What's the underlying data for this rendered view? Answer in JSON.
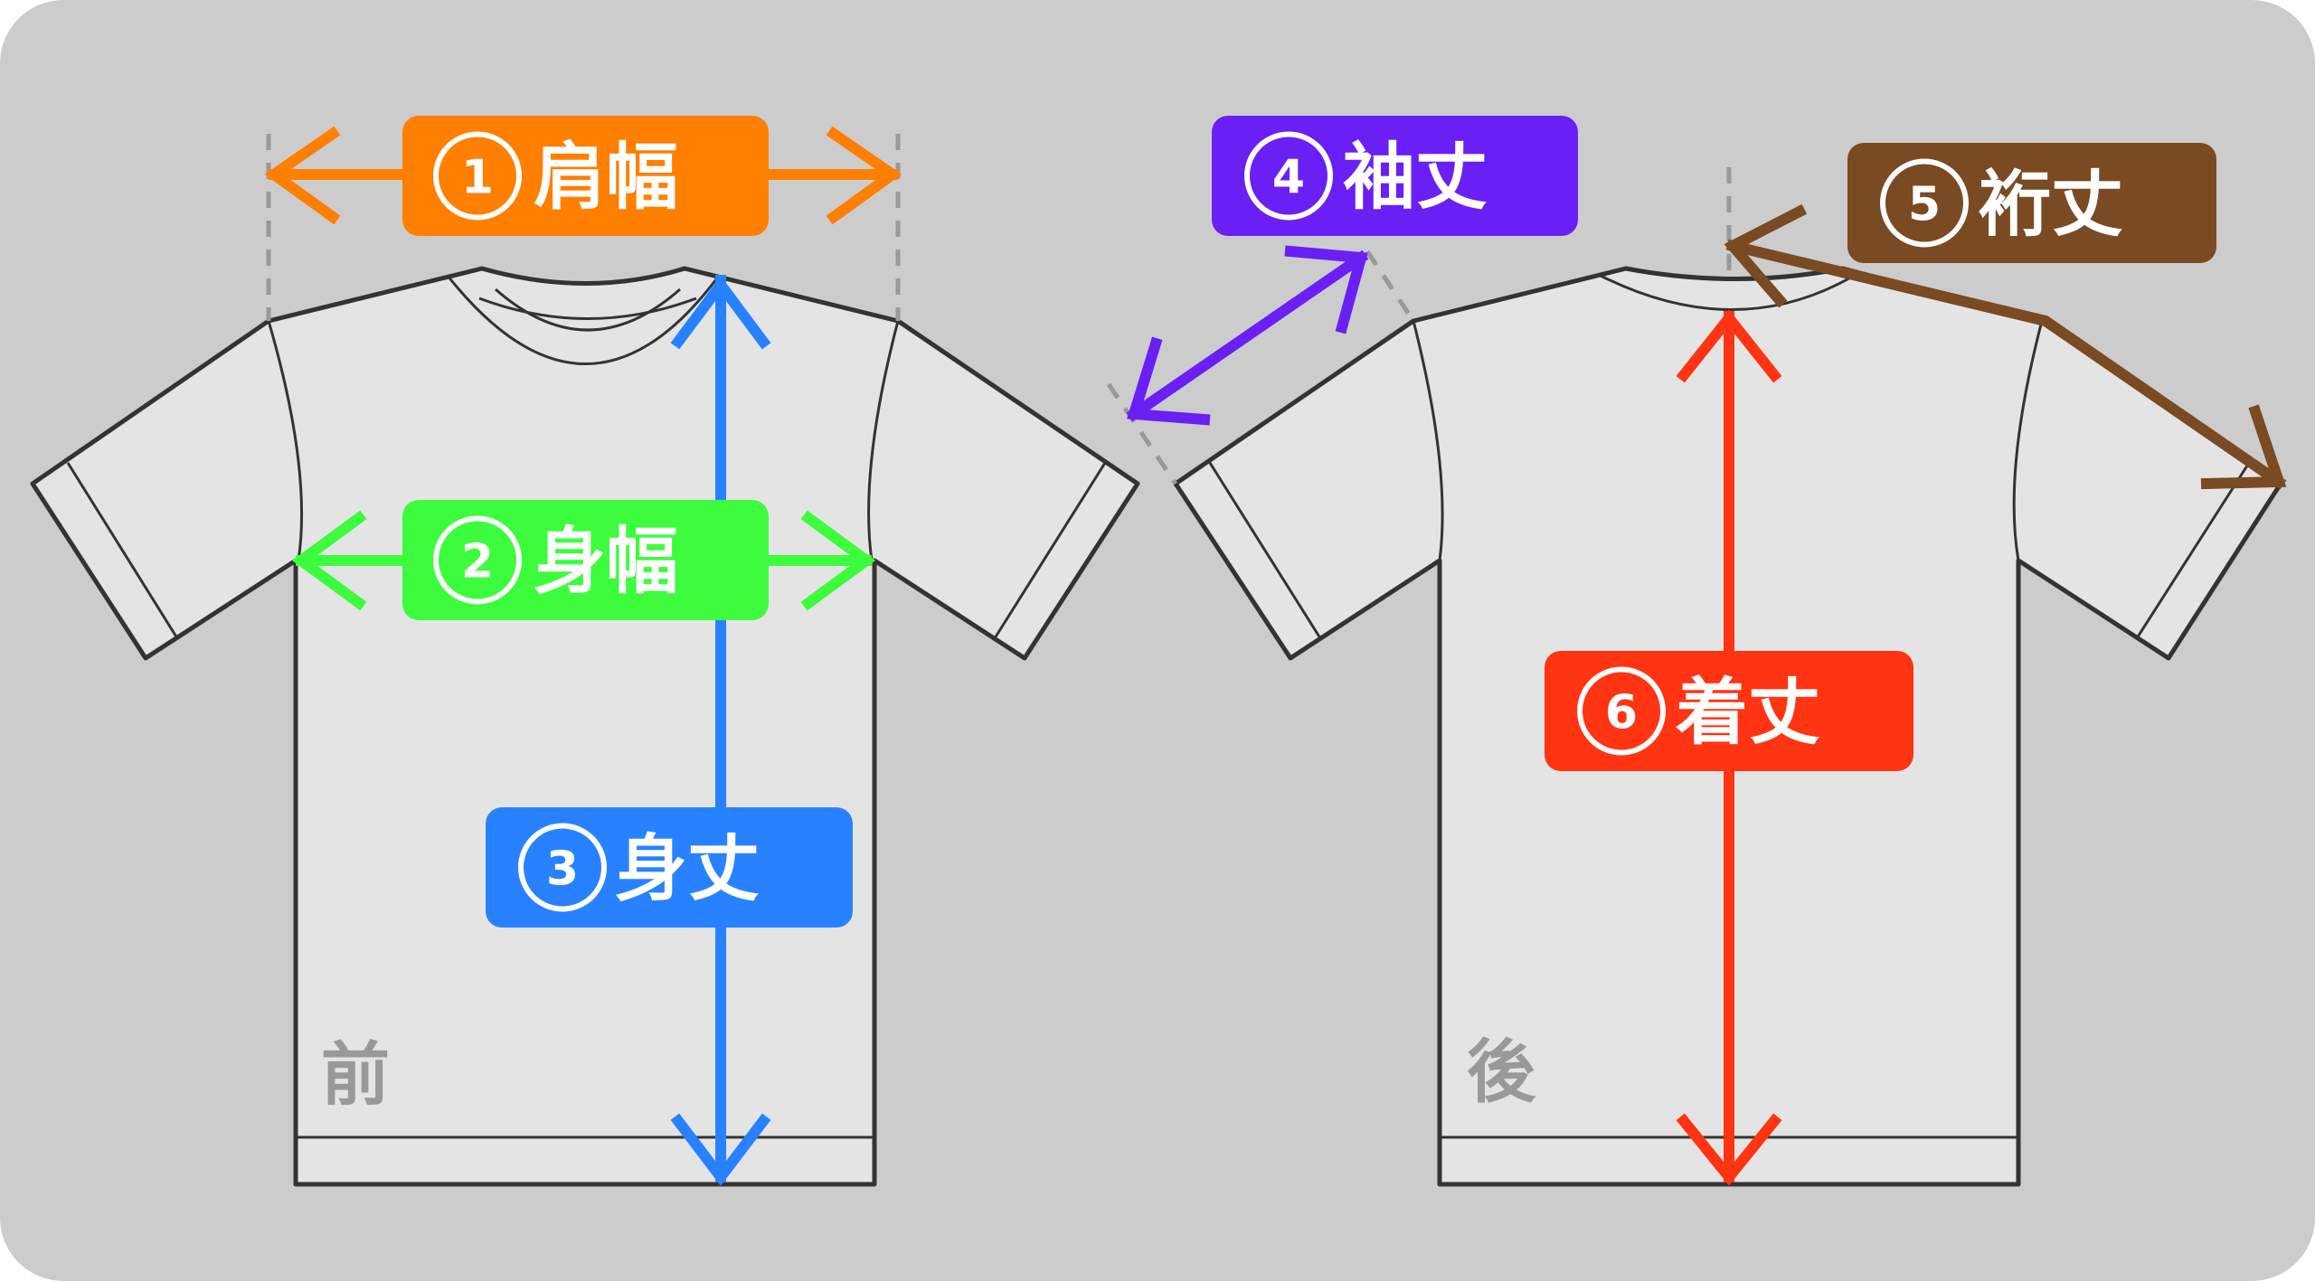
{
  "colors": {
    "background": "#cccccc",
    "shirt_fill": "#e4e4e4",
    "shirt_stroke": "#333333",
    "guide": "#999999",
    "side_text": "#999999",
    "shoulder_width": "#ff7f00",
    "body_width": "#3dfc3d",
    "body_length": "#2882ff",
    "sleeve_length": "#6a1ff5",
    "yuki_length": "#7a4a22",
    "total_length": "#ff3413"
  },
  "labels": {
    "shoulder_width": {
      "number": "1",
      "text": "肩幅",
      "color_key": "shoulder_width"
    },
    "body_width": {
      "number": "2",
      "text": "身幅",
      "color_key": "body_width"
    },
    "body_length": {
      "number": "3",
      "text": "身丈",
      "color_key": "body_length"
    },
    "sleeve_length": {
      "number": "4",
      "text": "袖丈",
      "color_key": "sleeve_length"
    },
    "yuki_length": {
      "number": "5",
      "text": "裄丈",
      "color_key": "yuki_length"
    },
    "total_length": {
      "number": "6",
      "text": "着丈",
      "color_key": "total_length"
    }
  },
  "sides": {
    "front": "前",
    "back": "後"
  },
  "icons": {
    "front_shirt": "tshirt-front-icon",
    "back_shirt": "tshirt-back-icon"
  }
}
